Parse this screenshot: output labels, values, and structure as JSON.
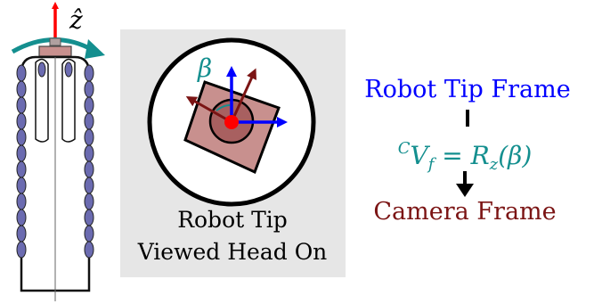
{
  "figure": {
    "robot_axis_label": "ẑ",
    "tip_angle_label": "β",
    "caption_line1": "Robot Tip",
    "caption_line2": "Viewed Head On",
    "source_frame_label": "Robot Tip Frame",
    "equation": {
      "superscript": "C",
      "lhs": "V",
      "lhs_subscript": "f",
      "equals": " = ",
      "rhs": "R",
      "rhs_subscript": "z",
      "rhs_argument": "(β)"
    },
    "target_frame_label": "Camera Frame"
  },
  "colors": {
    "blue_frame": "#0000ff",
    "teal_equation": "#148f8f",
    "dark_red_frame": "#7b1414",
    "red_axis": "#ff0000",
    "tip_fill": "#c8908e",
    "panel_bg": "#e6e6e6",
    "gasket_fill": "#6b6bb0"
  }
}
